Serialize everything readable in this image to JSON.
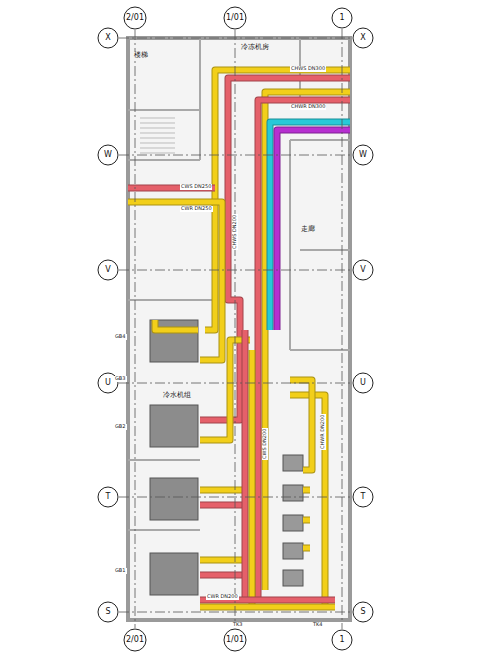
{
  "diagram": {
    "nodes": [
      {
        "text": [
          "2/01"
        ]
      },
      {
        "text": [
          "1/01"
        ]
      },
      {
        "text": [
          "1"
        ]
      },
      {
        "text": [
          "X"
        ]
      },
      {
        "text": [
          "X"
        ]
      },
      {
        "text": [
          "W"
        ]
      },
      {
        "text": [
          "W"
        ]
      },
      {
        "text": [
          "V"
        ]
      },
      {
        "text": [
          "V"
        ]
      },
      {
        "text": [
          "U"
        ]
      },
      {
        "text": [
          "U"
        ]
      },
      {
        "text": [
          "T"
        ]
      },
      {
        "text": [
          "T"
        ]
      },
      {
        "text": [
          "S"
        ]
      },
      {
        "text": [
          "S"
        ]
      },
      {
        "text": [
          "2/01"
        ]
      },
      {
        "text": [
          "1/01"
        ]
      },
      {
        "text": [
          "1"
        ]
      }
    ],
    "edges": [
      {
        "from": 0,
        "to": 15,
        "arrow": "none"
      },
      {
        "from": 1,
        "to": 16,
        "arrow": "none"
      },
      {
        "from": 2,
        "to": 17,
        "arrow": "none"
      },
      {
        "from": 3,
        "to": 4,
        "arrow": "none"
      },
      {
        "from": 5,
        "to": 6,
        "arrow": "none"
      },
      {
        "from": 7,
        "to": 8,
        "arrow": "none"
      },
      {
        "from": 9,
        "to": 10,
        "arrow": "none"
      },
      {
        "from": 11,
        "to": 12,
        "arrow": "none"
      },
      {
        "from": 13,
        "to": 14,
        "arrow": "none"
      }
    ],
    "labels": [
      "冷冻机房",
      "楼梯",
      "走廊",
      "冷水机组",
      "GB4",
      "GB3",
      "GB2",
      "GB1",
      "TK3",
      "TK4",
      "CHWS DN300",
      "CHWR DN300",
      "CWS DN250",
      "CWR DN250",
      "CHWS DN200",
      "CWS DN200",
      "CHWR DN200",
      "CWR DN200"
    ]
  }
}
